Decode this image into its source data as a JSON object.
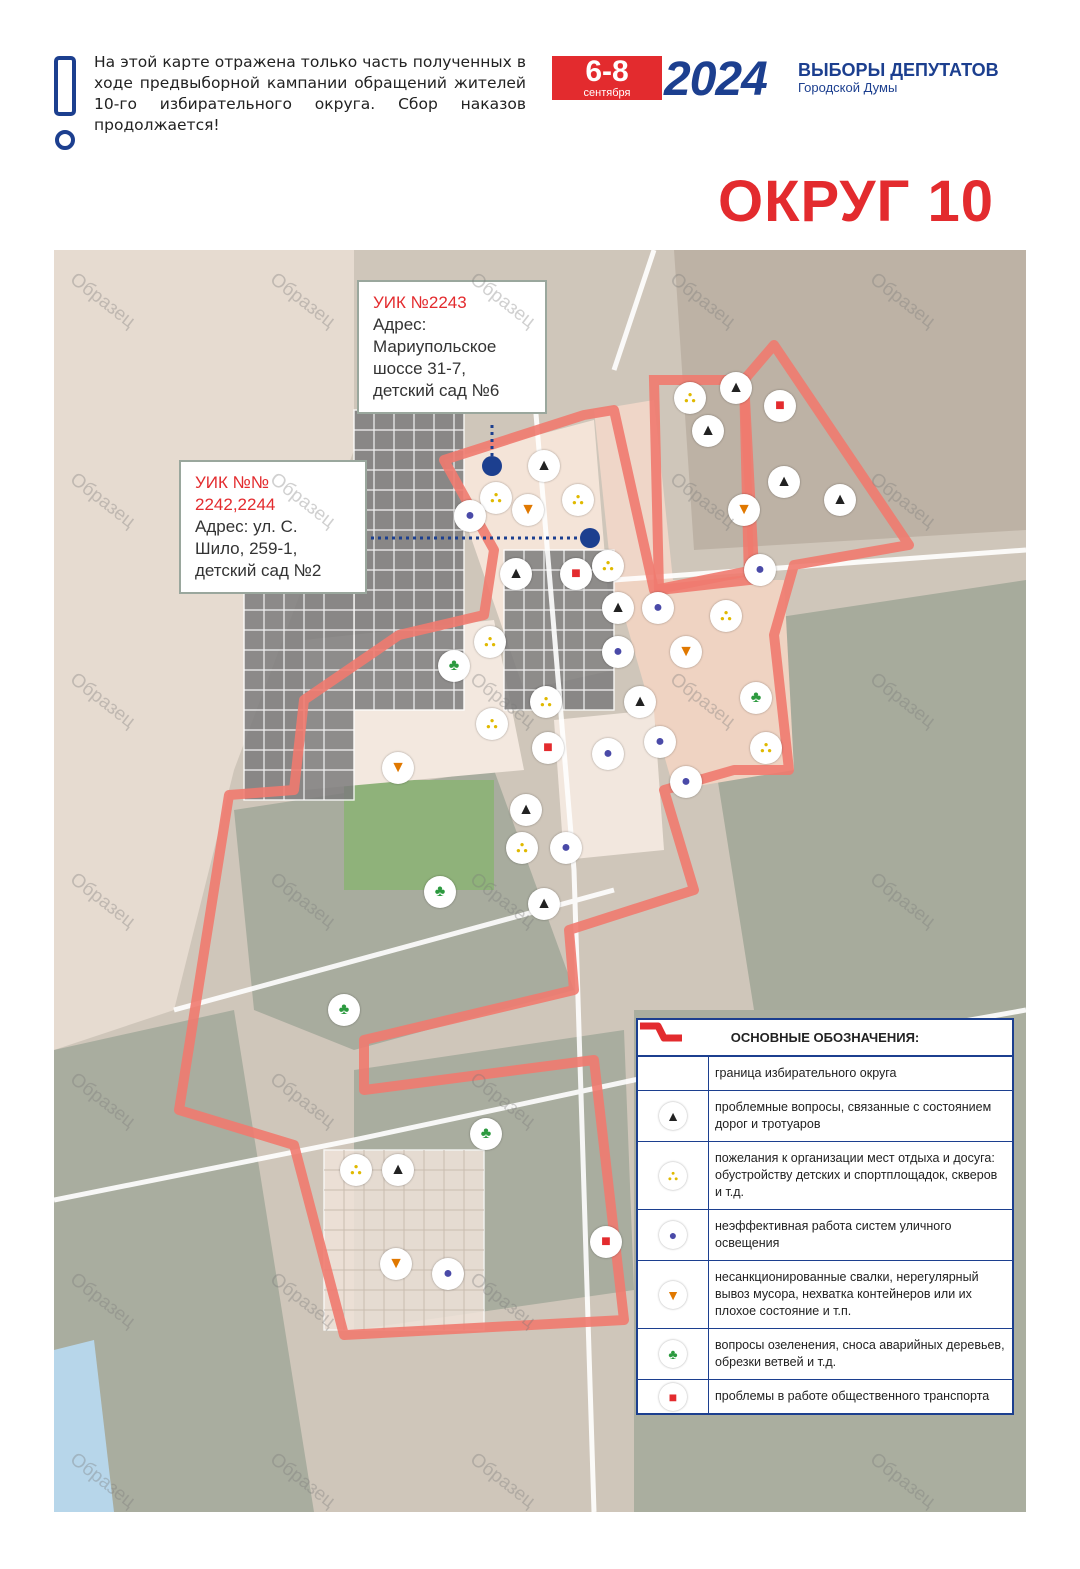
{
  "header": {
    "notice": "На этой карте отражена только часть полученных в ходе предвыборной кампании обращений жителей 10-го избирательного округа. Сбор наказов продолжается!",
    "date_range": "6-8",
    "date_month": "сентября",
    "year": "2024",
    "election_title": "ВЫБОРЫ ДЕПУТАТОВ",
    "election_subtitle": "Городской Думы",
    "district_title": "ОКРУГ 10"
  },
  "callouts": {
    "uik_2243": {
      "number": "УИК №2243",
      "address": "Адрес: Мариупольское шоссе 31-7, детский сад №6"
    },
    "uik_2242": {
      "number": "УИК №№ 2242,2244",
      "address": "Адрес: ул. С. Шило, 259-1, детский сад №2"
    }
  },
  "watermark": "Образец",
  "colors": {
    "accent_red": "#e32b2e",
    "brand_blue": "#1c3f8f",
    "boundary": "#ef7a6f"
  },
  "icons": {
    "road": "road-icon",
    "leisure": "playground-slide-icon",
    "light": "light-bulb-icon",
    "trash": "trash-bin-icon",
    "green": "tree-cutting-icon",
    "bus": "bus-icon"
  },
  "legend": {
    "title": "ОСНОВНЫЕ ОБОЗНАЧЕНИЯ:",
    "items": [
      {
        "icon": "boundary-line-icon",
        "text": "граница избирательного округа"
      },
      {
        "icon": "road-icon",
        "text": "проблемные вопросы, связанные с состоянием дорог и тротуаров"
      },
      {
        "icon": "playground-slide-icon",
        "text": "пожелания к организации мест отдыха и досуга: обустройству детских и спортплощадок, скверов и т.д."
      },
      {
        "icon": "light-bulb-icon",
        "text": "неэффективная работа систем уличного освещения"
      },
      {
        "icon": "trash-bin-icon",
        "text": "несанкционированные свалки, нерегулярный вывоз мусора, нехватка контейнеров или их плохое состояние и т.п."
      },
      {
        "icon": "tree-cutting-icon",
        "text": "вопросы озеленения, сноса аварийных деревьев, обрезки ветвей и т.д."
      },
      {
        "icon": "bus-icon",
        "text": "проблемы в работе общественного транспорта"
      }
    ]
  }
}
